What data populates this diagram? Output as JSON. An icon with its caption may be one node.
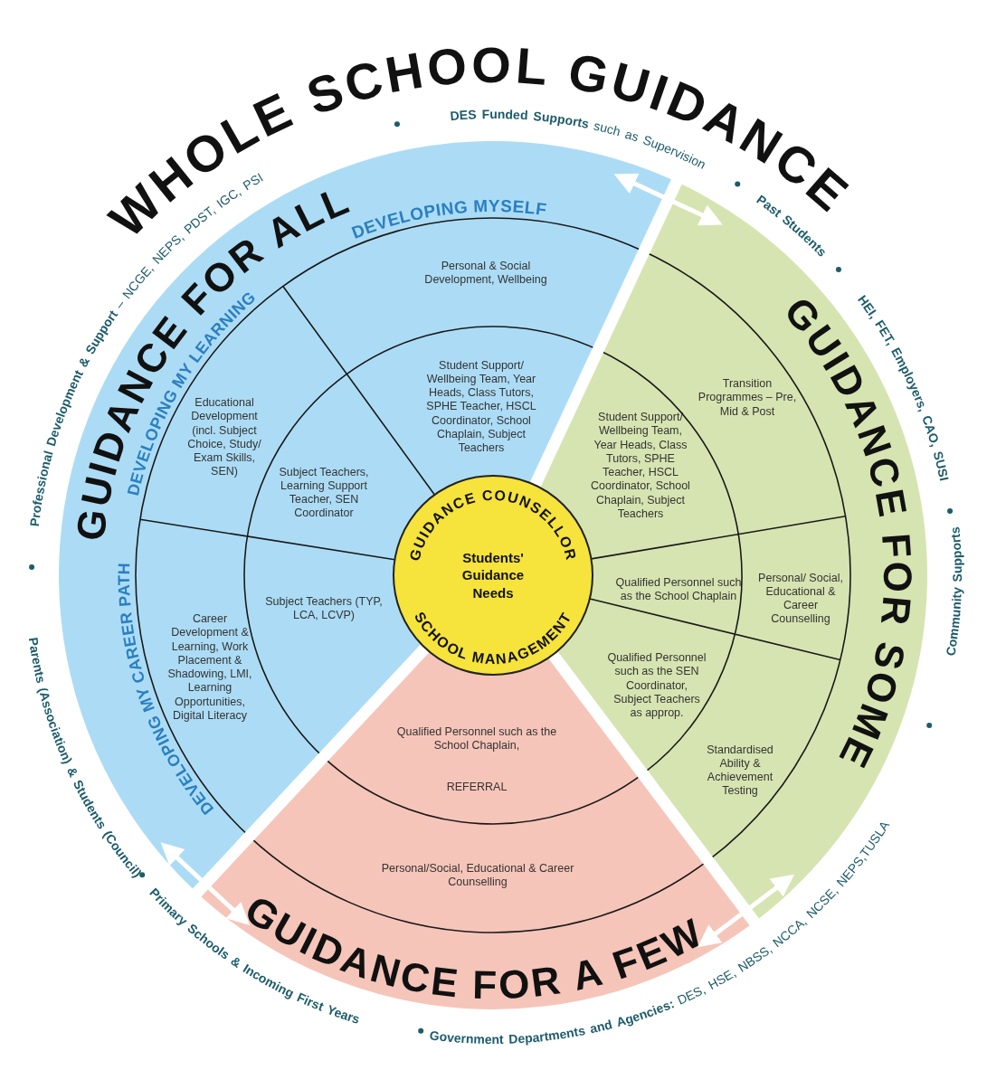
{
  "diagram": {
    "title": "WHOLE SCHOOL GUIDANCE",
    "nodes": [
      {
        "text": [
          "GUIDANCE FOR ALL"
        ]
      },
      {
        "text": [
          "Personal & Social Development, Wellbeing"
        ],
        "in": 0
      },
      {
        "text": [
          "Student Support/ Wellbeing Team, Year Heads, Class Tutors, SPHE Teacher, HSCL Coordinator, School Chaplain, Subject Teachers"
        ],
        "in": 0
      },
      {
        "text": [
          "Educational Development (incl. Subject Choice, Study/ Exam Skills, SEN)"
        ],
        "in": 0
      },
      {
        "text": [
          "Subject Teachers, Learning Support Teacher, SEN Coordinator"
        ],
        "in": 0
      },
      {
        "text": [
          "Career Development & Learning, Work Placement & Shadowing, LMI, Learning Opportunities, Digital Literacy"
        ],
        "in": 0
      },
      {
        "text": [
          "Subject Teachers (TYP, LCA, LCVP)"
        ],
        "in": 0
      },
      {
        "text": [
          "GUIDANCE FOR SOME"
        ]
      },
      {
        "text": [
          "Transition Programmes – Pre, Mid & Post"
        ],
        "in": 7
      },
      {
        "text": [
          "Student Support/ Wellbeing Team, Year Heads, Class Tutors, SPHE Teacher, HSCL Coordinator, School Chaplain, Subject Teachers"
        ],
        "in": 7
      },
      {
        "text": [
          "Qualified Personnel such as the School Chaplain"
        ],
        "in": 7
      },
      {
        "text": [
          "Personal/ Social, Educational & Career Counselling"
        ],
        "in": 7
      },
      {
        "text": [
          "Qualified Personnel such as the SEN Coordinator, Subject Teachers as approp."
        ],
        "in": 7
      },
      {
        "text": [
          "Standardised Ability & Achievement Testing"
        ],
        "in": 7
      },
      {
        "text": [
          "GUIDANCE FOR A FEW"
        ]
      },
      {
        "text": [
          "Qualified Personnel such as the School Chaplain,",
          "REFERRAL"
        ],
        "in": 14
      },
      {
        "text": [
          "Personal/Social, Educational & Career Counselling"
        ],
        "in": 14
      },
      {
        "text": [
          "GUIDANCE COUNSELLOR",
          "Students' Guidance Needs",
          "SCHOOL MANAGEMENT"
        ]
      }
    ],
    "edges": [
      {
        "from": 0,
        "to": 7,
        "arrow": "both"
      },
      {
        "from": 0,
        "to": 14,
        "arrow": "both"
      },
      {
        "from": 14,
        "to": 7,
        "arrow": "both"
      }
    ],
    "labels": [
      "**Professional Development & Support** – NCGE, NEPS, PDST, IGC, PSI",
      "**DES Funded Supports** such as Supervision",
      "Past Students",
      "HEI, FET, Employers, CAO, SUSI",
      "Community Supports",
      "**Government Departments and Agencies:** DES, HSE, NBSS, NCCA, NCSE, NEPS,TUSLA",
      "Primary Schools & Incoming First Years",
      "Parents (Association) & Students (Council)",
      "DEVELOPING MYSELF",
      "DEVELOPING MY LEARNING",
      "DEVELOPING MY CAREER PATH"
    ]
  }
}
